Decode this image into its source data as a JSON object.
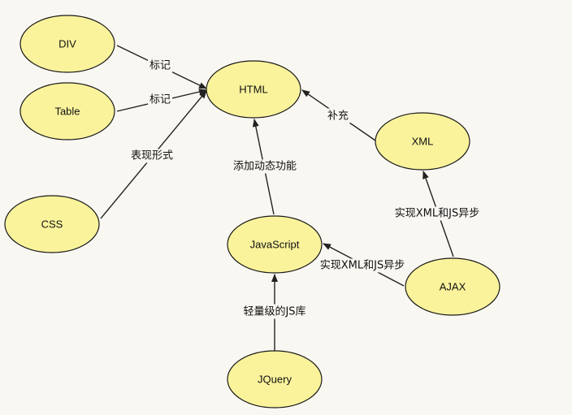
{
  "nodes": [
    {
      "id": "div",
      "label": "DIV"
    },
    {
      "id": "table",
      "label": "Table"
    },
    {
      "id": "css",
      "label": "CSS"
    },
    {
      "id": "html",
      "label": "HTML"
    },
    {
      "id": "xml",
      "label": "XML"
    },
    {
      "id": "javascript",
      "label": "JavaScript"
    },
    {
      "id": "ajax",
      "label": "AJAX"
    },
    {
      "id": "jquery",
      "label": "JQuery"
    }
  ],
  "edges": [
    {
      "from": "div",
      "to": "html",
      "label": "标记"
    },
    {
      "from": "table",
      "to": "html",
      "label": "标记"
    },
    {
      "from": "css",
      "to": "html",
      "label": "表现形式"
    },
    {
      "from": "xml",
      "to": "html",
      "label": "补充"
    },
    {
      "from": "javascript",
      "to": "html",
      "label": "添加动态功能"
    },
    {
      "from": "ajax",
      "to": "xml",
      "label": "实现XML和JS异步"
    },
    {
      "from": "ajax",
      "to": "javascript",
      "label": "实现XML和JS异步"
    },
    {
      "from": "jquery",
      "to": "javascript",
      "label": "轻量级的JS库"
    }
  ],
  "colors": {
    "node_fill": "#faf39c",
    "stroke": "#1a1a1a",
    "background": "#f9f7f1"
  }
}
